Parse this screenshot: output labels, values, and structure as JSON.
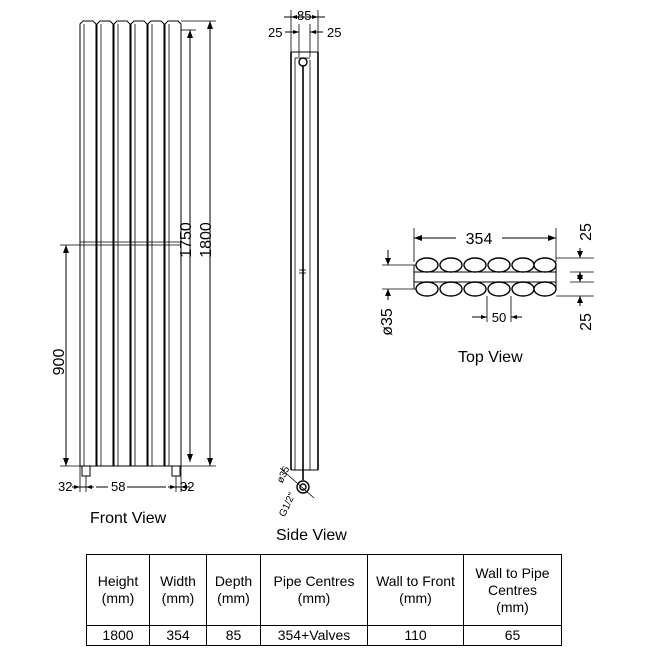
{
  "front_view": {
    "label": "Front View",
    "dim_height_overall": "1800",
    "dim_height_centres": "1750",
    "dim_height_partial": "900",
    "dim_left": "32",
    "dim_middle": "58",
    "dim_right": "32"
  },
  "side_view": {
    "label": "Side View",
    "dim_depth": "85",
    "dim_left": "25",
    "dim_right": "25",
    "dim_pipe": "ø35",
    "dim_thread": "G1/2\""
  },
  "top_view": {
    "label": "Top View",
    "dim_width": "354",
    "dim_top": "25",
    "dim_bottom": "25",
    "dim_tube_dia": "ø35",
    "dim_pitch": "50"
  },
  "specs_table": {
    "headers": [
      {
        "line1": "Height",
        "line2": "(mm)"
      },
      {
        "line1": "Width",
        "line2": "(mm)"
      },
      {
        "line1": "Depth",
        "line2": "(mm)"
      },
      {
        "line1": "Pipe Centres",
        "line2": "(mm)"
      },
      {
        "line1": "Wall to Front",
        "line2": "(mm)"
      },
      {
        "line1": "Wall to Pipe Centres",
        "line2": "(mm)"
      }
    ],
    "values": [
      "1800",
      "354",
      "85",
      "354+Valves",
      "110",
      "65"
    ]
  }
}
